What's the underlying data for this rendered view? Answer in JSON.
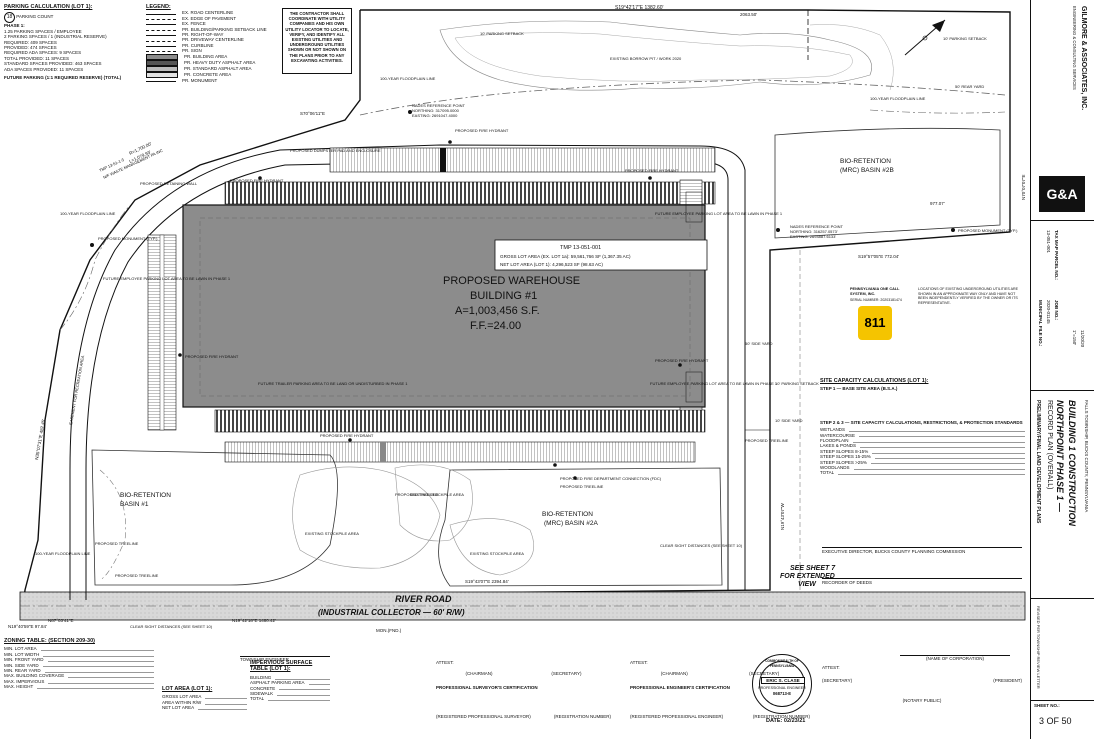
{
  "parking": {
    "title": "PARKING CALCULATION (LOT 1):",
    "badge": "18",
    "badge_label": "PARKING COUNT",
    "phase1": "PHASE 1:",
    "future": "FUTURE PARKING (1:1 REQUIRED RESERVE) (TOTAL)",
    "lines": [
      "1.25 PARKING SPACES / EMPLOYEE",
      "2 PARKING SPACES / 1 (INDUSTRIAL RESERVE)",
      "REQUIRED: 409 SPACES",
      "PROVIDED: 474 SPACES",
      "REQUIRED ADA SPACES: 9 SPACES",
      "TOTAL PROVIDED: 11 SPACES",
      "STANDARD SPACES PROVIDED: 463 SPACES",
      "ADA SPACES PROVIDED: 11 SPACES"
    ]
  },
  "legend": {
    "title": "LEGEND:",
    "items": [
      "EX. ROAD CENTERLINE",
      "EX. EDGE OF PAVEMENT",
      "EX. FENCE",
      "PR. BUILDING/PARKING SETBACK LINE",
      "PR. RIGHT-OF-WAY",
      "PR. DRIVEWAY CENTERLINE",
      "PR. CURBLINE",
      "PR. SIGN",
      "PR. BUILDING AREA",
      "PR. HEAVY DUTY ASPHALT AREA",
      "PR. STANDARD ASPHALT AREA",
      "PR. CONCRETE AREA",
      "PR. MONUMENT"
    ]
  },
  "contractor_note": "THE CONTRACTOR SHALL COORDINATE WITH UTILITY COMPANIES AND HIS OWN UTILITY LOCATOR TO LOCATE, VERIFY, AND IDENTIFY ALL EXISTING UTILITIES AND UNDERGROUND UTILITIES SHOWN OR NOT SHOWN ON THE PLANS PRIOR TO ANY EXCAVATING ACTIVITIES.",
  "bearings": {
    "top": "S19°42'17\"E   1382.60'",
    "top_dist": "2063.50'",
    "east_dist": "977.07'",
    "south": "S19°57'05\"E   772.04'",
    "north_left": "S70°06'11\"E",
    "curve": "R=1,700.00'",
    "curve2": "L=1,079.93'",
    "bottom1": "S19°43'07\"E   2394.84'",
    "bottom2": "N19°42'18\"E   1480.42'",
    "west1": "N19°40'59\"E 97.84'",
    "west2": "N87°03'41\"E",
    "west_vertical": "N35°07'31\"E 482.45'",
    "river_vertical": "N19°43'07\"W",
    "right_vertical": "N70°07'07\"E"
  },
  "monuments": {
    "top": "NADES REFERENCE POINT\nNORTHING: 317095.0000\nEASTING: 2691047.4000",
    "right": "NADES REFERENCE POINT\nNORTHING: 316257.0573'\nEASTING: 2694887.6133'",
    "left": "PROPOSED MONUMENT (TYP.)",
    "right_label": "PROPOSED MONUMENT (TYP.)"
  },
  "tmp_box": {
    "title": "TMP 13-051-001",
    "gross": "GROSS LOT AREA (EX. LOT 1a): 59,561,766 SF (1,367.35 AC)",
    "net": "NET LOT AREA (LOT 1): 4,296,523 SF (98.63 AC)"
  },
  "building": {
    "line1": "PROPOSED WAREHOUSE",
    "line2": "BUILDING #1",
    "line3": "A=1,003,456 S.F.",
    "line4": "F.F.=24.00"
  },
  "labels": {
    "bio1": "BIO-RETENTION\nBASIN #1",
    "bio2a": "BIO-RETENTION\n(MRC) BASIN #2A",
    "bio2b": "BIO-RETENTION\n(MRC) BASIN #2B",
    "road1": "RIVER ROAD",
    "road2": "(INDUSTRIAL COLLECTOR — 60' R/W)",
    "see_sheet1": "SEE SHEET 7",
    "see_sheet2": "FOR EXTENDED",
    "see_sheet3": "VIEW",
    "fire1": "PROPOSED FIRE HYDRANT",
    "fire2": "PROPOSED FIRE HYDRANT",
    "fire3": "PROPOSED FIRE HYDRANT",
    "fire4": "PROPOSED FIRE HYDRANT",
    "fire5": "PROPOSED FIRE HYDRANT",
    "fire6": "PROPOSED FIRE HYDRANT",
    "fdc": "PROPOSED FIRE DEPARTMENT CONNECTION (FDC)",
    "dumpster": "PROPOSED DUMPSTER PAD AND ENCLOSURE",
    "trailer": "FUTURE TRAILER PARKING AREA TO BE LAND OR UNDISTURBED IN PHASE 1",
    "employee1": "FUTURE EMPLOYEE PARKING LOT AREA TO BE LAWN IN PHASE 1",
    "employee2": "FUTURE EMPLOYEE PARKING LOT AREA TO BE LAWN IN PHASE 1",
    "employee3": "FUTURE EMPLOYEE PARKING LOT AREA TO BE LAWN IN PHASE 1",
    "retaining": "PROPOSED RETAINING WALL",
    "treeline1": "PROPOSED TREELINE",
    "treeline2": "PROPOSED TREELINE",
    "treeline3": "PROPOSED TREELINE",
    "treeline4": "PROPOSED TREELINE",
    "treeline5": "PROPOSED TREELINE",
    "floodplain1": "100-YEAR FLOODPLAIN LINE",
    "floodplain2": "100-YEAR FLOODPLAIN LINE",
    "floodplain3": "100-YEAR FLOODPLAIN LINE",
    "floodplain4": "100-YEAR FLOODPLAIN LINE",
    "clear_sight1": "CLEAR SIGHT DISTANCES (SEE SHEET 10)",
    "clear_sight2": "CLEAR SIGHT DISTANCES (SEE SHEET 10)",
    "side_yard1": "50' SIDE YARD",
    "side_yard2": "10' SIDE YARD",
    "setback1": "10' PARKING SETBACK",
    "setback2": "10' PARKING SETBACK",
    "setback3": "10' PARKING SETBACK",
    "rear_yard": "50' REAR YARD",
    "mon_found": "MON.(FND.)",
    "borrow1": "EXISTING BORROW PIT / WORK 2020",
    "stockpile1": "EXISTING STOCKPILE AREA",
    "stockpile2": "EXISTING STOCKPILE AREA",
    "stockpile3": "EXISTING STOCKPILE AREA",
    "easement": "EASEMENT FOR RECREATION AREA",
    "tmp_left": "TMP 13-51-1-3\nN/F WASTE MANAGEMENT PA INC\nPART OF EXISTING TMP"
  },
  "one_call": {
    "title": "PENNSYLVANIA ONE CALL SYSTEM, INC.",
    "serial": "SERIAL NUMBER: 20203181474",
    "badge": "811",
    "text": "LOCATIONS OF EXISTING UNDERGROUND UTILITIES ARE SHOWN IN AN APPROXIMATE WAY ONLY AND HAVE NOT BEEN INDEPENDENTLY VERIFIED BY THE OWNER OR ITS REPRESENTATIVE."
  },
  "capacity": {
    "title": "SITE CAPACITY CALCULATIONS (LOT 1):",
    "step1": "STEP 1 — BASE SITE AREA (B.S.A.)",
    "step2": "STEP 2 & 3 — SITE CAPACITY CALCULATIONS, RESTRICTIONS, & PROTECTION STANDARDS",
    "rows": [
      "WETLANDS",
      "WATERCOURSE",
      "FLOODPLAIN",
      "LAKES & PONDS",
      "STEEP SLOPES 8-15%",
      "STEEP SLOPES 15-25%",
      "STEEP SLOPES >25%",
      "WOODLANDS",
      "TOTAL"
    ]
  },
  "approvals": {
    "bucks": "BUCKS COUNTY PLANNING COMMISSION",
    "recorder": "RECORDER OF DEEDS",
    "corp": "(NAME OF CORPORATION)",
    "secretary": "(SECRETARY)",
    "president": "(PRESIDENT)",
    "notary": "(NOTARY PUBLIC)",
    "attest": "ATTEST:",
    "chairman": "(CHAIRMAN)",
    "surveyor": "PROFESSIONAL SURVEYOR'S CERTIFICATION",
    "engineer": "PROFESSIONAL ENGINEER'S CERTIFICATION",
    "reg_surveyor": "(REGISTERED PROFESSIONAL SURVEYOR)",
    "reg_number": "(REGISTRATION NUMBER)",
    "reg_engineer": "(REGISTERED PROFESSIONAL ENGINEER)",
    "township_engineer": "TOWNSHIP ENGINEER",
    "executive": "EXECUTIVE DIRECTOR, BUCKS COUNTY PLANNING COMMISSION",
    "date": "(DATE)"
  },
  "seal": {
    "name": "ERIC S. CLASE",
    "number": "068713-E",
    "state": "COMMONWEALTH OF PENNSYLVANIA",
    "role": "PROFESSIONAL ENGINEER",
    "date": "DATE: 02/23/21"
  },
  "zoning": {
    "title": "ZONING TABLE: (SECTION 209-30)",
    "rows": [
      "MIN. LOT AREA",
      "MIN. LOT WIDTH",
      "MIN. FRONT YARD",
      "MIN. SIDE YARD",
      "MIN. REAR YARD",
      "MAX. BUILDING COVERAGE",
      "MAX. IMPERVIOUS",
      "MAX. HEIGHT"
    ]
  },
  "lot_area": {
    "title": "LOT AREA (LOT 1):",
    "rows": [
      "GROSS LOT AREA",
      "AREA WITHIN R/W",
      "NET LOT AREA"
    ]
  },
  "impervious": {
    "title": "IMPERVIOUS SURFACE TABLE (LOT 1):",
    "rows": [
      "BUILDING",
      "ASPHALT PARKING AREA",
      "CONCRETE",
      "SIDEWALK",
      "TOTAL"
    ]
  },
  "titleblock": {
    "firm": "GILMORE & ASSOCIATES, INC.",
    "firm_sub": "ENGINEERING & CONSULTING SERVICES",
    "logo": "G&A",
    "tax_map": "TAX MAP PARCEL NO.:",
    "tax_val": "13-051-001",
    "job_no": "JOB NO.:",
    "job_val": "2020-01145",
    "municipal": "MUNICIPAL FILE NO.:",
    "plan_type": "PRELIMINARY/FINAL LAND DEVELOPMENT PLANS",
    "plan_sub": "RECORD PLAN (OVERALL)",
    "project1": "NORTHPOINT PHASE 1 —",
    "project2": "BUILDING 1 CONSTRUCTION",
    "location": "FALLS TOWNSHIP, BUCKS COUNTY, PENNSYLVANIA",
    "revisions": "REVISED PER TOWNSHIP REVIEW LETTER",
    "sheet_label": "SHEET NO.:",
    "sheet": "3 OF 50",
    "scale": "1\"=150'",
    "date_val": "11/20/20"
  }
}
